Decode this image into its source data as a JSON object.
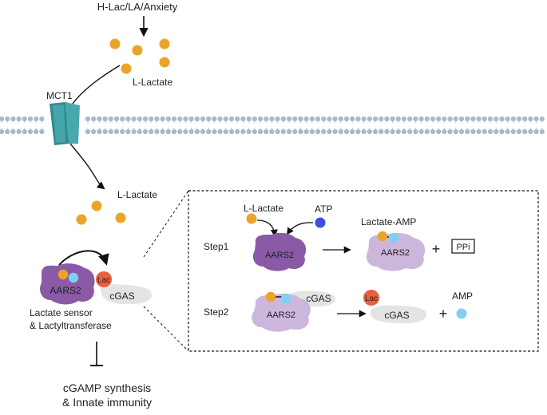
{
  "labels": {
    "stimulus": "H-Lac/LA/Anxiety",
    "lactate_outside": "L-Lactate",
    "transporter": "MCT1",
    "lactate_inside": "L-Lactate",
    "sensor_protein": "AARS2",
    "lac_tag": "Lac",
    "target_protein": "cGAS",
    "sensor_caption_line1": "Lactate sensor",
    "sensor_caption_line2": "& Lactyltransferase",
    "outcome_line1": "cGAMP synthesis",
    "outcome_line2": "& Innate immunity"
  },
  "inset": {
    "step1": {
      "label": "Step1",
      "substrate": "L-Lactate",
      "cofactor": "ATP",
      "enzyme": "AARS2",
      "intermediate": "Lactate-AMP",
      "product_enzyme": "AARS2",
      "plus": "+",
      "byproduct": "PPi"
    },
    "step2": {
      "label": "Step2",
      "enzyme": "AARS2",
      "partner": "cGAS",
      "lac_tag": "Lac",
      "product": "cGAS",
      "plus": "+",
      "byproduct": "AMP"
    }
  },
  "colors": {
    "lactate": "#EAA42A",
    "atp": "#3D4FE0",
    "amp": "#7FD0F2",
    "aars2": "#8A5AA6",
    "aars2_light": "#CDB6DC",
    "cgas": "#E4E4E4",
    "lac": "#E8603C",
    "mct1": "#3E9BA0",
    "membrane_head": "#A9B9C8"
  }
}
